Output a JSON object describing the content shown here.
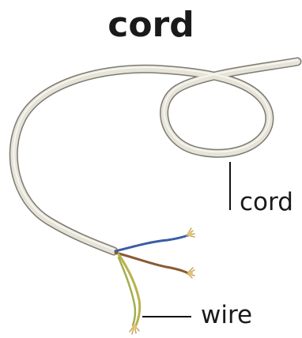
{
  "title": "cord",
  "labels": {
    "cord": "cord",
    "wire": "wire"
  },
  "colors": {
    "cord_outline": "#7d7a70",
    "cord_fill": "#e6e3d9",
    "cord_highlight": "#f7f6f1",
    "wire_blue": "#3b5da3",
    "wire_brown": "#8a5a33",
    "wire_yellow_green": "#b9b24a",
    "strand_tip": "#c9a65a",
    "leader_line": "#111111"
  }
}
